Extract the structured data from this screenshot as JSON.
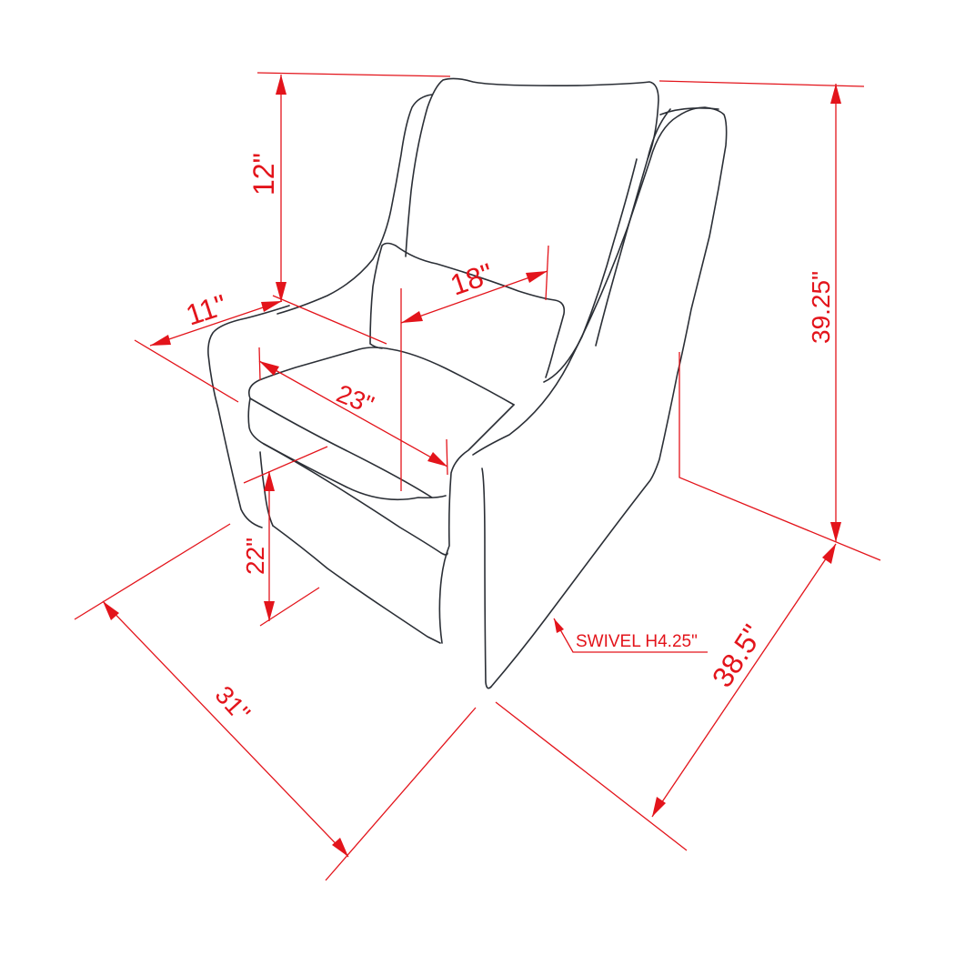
{
  "diagram": {
    "subject": "Swivel armchair with lumbar pillow",
    "line_color": "#2b2f36",
    "dimension_color": "#e3141b",
    "background": "#ffffff"
  },
  "dimensions": {
    "back_height_above_arm": "12\"",
    "arm_width": "11\"",
    "seat_back_width": "18\"",
    "seat_depth": "23\"",
    "seat_height": "22\"",
    "overall_height": "39.25\"",
    "overall_depth": "38.5\"",
    "overall_width": "31\"",
    "swivel_note": "SWIVEL H4.25\""
  }
}
